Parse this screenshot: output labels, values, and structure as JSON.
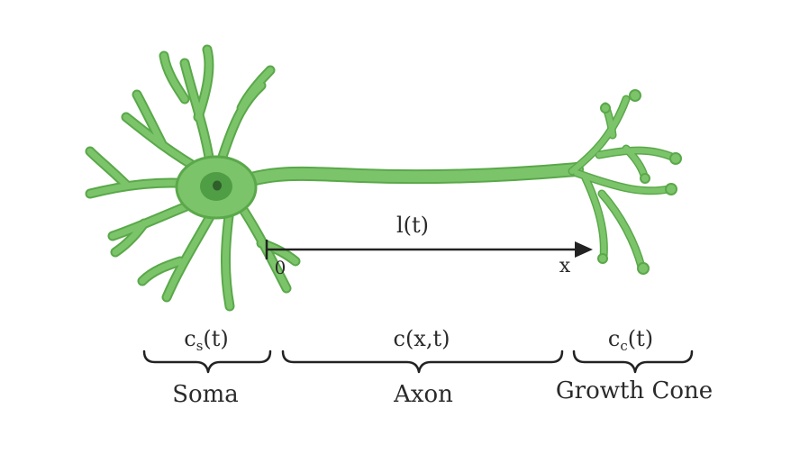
{
  "labels": {
    "length": "l(t)",
    "origin": "0",
    "end": "x",
    "soma_conc_base": "c",
    "soma_conc_sub": "s",
    "soma_conc_args": "(t)",
    "axon_conc": "c(x,t)",
    "cone_conc_base": "c",
    "cone_conc_sub": "c",
    "cone_conc_args": "(t)",
    "soma": "Soma",
    "axon": "Axon",
    "growth_cone": "Growth Cone"
  },
  "colors": {
    "neuron_fill": "#7cc46a",
    "neuron_stroke": "#5aa84a",
    "nucleus": "#4f9d45",
    "nucleolus": "#2f5e2a",
    "ink": "#222222"
  }
}
